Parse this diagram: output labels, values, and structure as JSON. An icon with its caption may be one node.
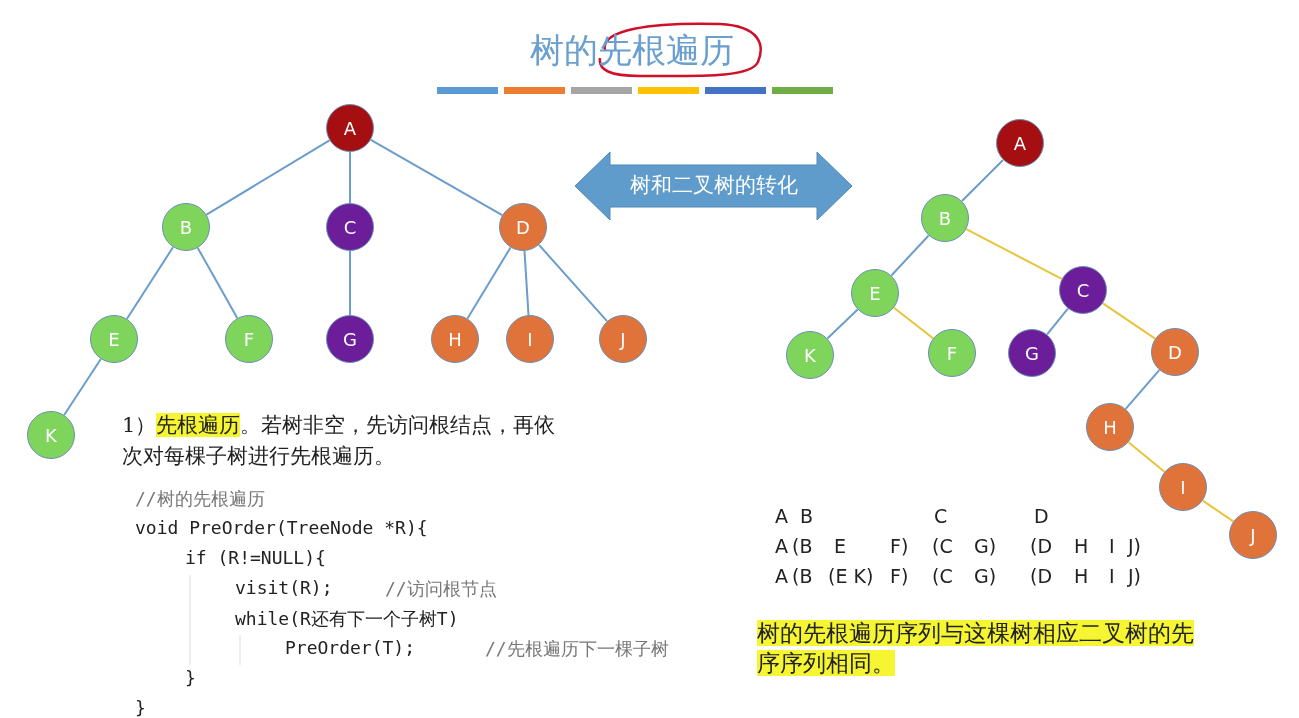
{
  "diagram": {
    "title": "树的先根遍历",
    "nodes": [
      {
        "text": [
          "A"
        ]
      },
      {
        "text": [
          "B"
        ]
      },
      {
        "text": [
          "C"
        ]
      },
      {
        "text": [
          "D"
        ]
      },
      {
        "text": [
          "E"
        ]
      },
      {
        "text": [
          "F"
        ]
      },
      {
        "text": [
          "G"
        ]
      },
      {
        "text": [
          "H"
        ]
      },
      {
        "text": [
          "I"
        ]
      },
      {
        "text": [
          "J"
        ]
      },
      {
        "text": [
          "K"
        ]
      },
      {
        "text": [
          "A"
        ]
      },
      {
        "text": [
          "B"
        ]
      },
      {
        "text": [
          "E"
        ]
      },
      {
        "text": [
          "C"
        ]
      },
      {
        "text": [
          "K"
        ]
      },
      {
        "text": [
          "F"
        ]
      },
      {
        "text": [
          "G"
        ]
      },
      {
        "text": [
          "D"
        ]
      },
      {
        "text": [
          "H"
        ]
      },
      {
        "text": [
          "I"
        ]
      },
      {
        "text": [
          "J"
        ]
      },
      {
        "text": [
          "树和二叉树的转化"
        ]
      }
    ],
    "edges": [
      {
        "from": 0,
        "to": 1,
        "arrow": "none"
      },
      {
        "from": 0,
        "to": 2,
        "arrow": "none"
      },
      {
        "from": 0,
        "to": 3,
        "arrow": "none"
      },
      {
        "from": 1,
        "to": 4,
        "arrow": "none"
      },
      {
        "from": 1,
        "to": 5,
        "arrow": "none"
      },
      {
        "from": 2,
        "to": 6,
        "arrow": "none"
      },
      {
        "from": 3,
        "to": 7,
        "arrow": "none"
      },
      {
        "from": 3,
        "to": 8,
        "arrow": "none"
      },
      {
        "from": 3,
        "to": 9,
        "arrow": "none"
      },
      {
        "from": 4,
        "to": 10,
        "arrow": "none"
      },
      {
        "from": 11,
        "to": 12,
        "arrow": "none"
      },
      {
        "from": 12,
        "to": 13,
        "arrow": "none"
      },
      {
        "from": 12,
        "to": 14,
        "arrow": "none",
        "color": "#e8c43a"
      },
      {
        "from": 13,
        "to": 15,
        "arrow": "none"
      },
      {
        "from": 13,
        "to": 16,
        "arrow": "none",
        "color": "#e8c43a"
      },
      {
        "from": 14,
        "to": 17,
        "arrow": "none"
      },
      {
        "from": 14,
        "to": 18,
        "arrow": "none",
        "color": "#e8c43a"
      },
      {
        "from": 18,
        "to": 19,
        "arrow": "none"
      },
      {
        "from": 19,
        "to": 20,
        "arrow": "none",
        "color": "#e8c43a"
      },
      {
        "from": 20,
        "to": 21,
        "arrow": "none",
        "color": "#e8c43a"
      }
    ],
    "labels": [
      "1）",
      "先根遍历",
      "。若树非空，先访问根结点，再依次对每棵子树进行先根遍历。",
      "//树的先根遍历",
      "void PreOrder(TreeNode *R){",
      "if (R!=NULL){",
      "visit(R);",
      "//访问根节点",
      "while(R还有下一个子树T)",
      "PreOrder(T);",
      "//先根遍历下一棵子树",
      "}",
      "}",
      "A",
      "B",
      "C",
      "D",
      "A",
      "(B",
      "E",
      "F)",
      "(C",
      "G)",
      "(D",
      "H",
      "I",
      "J)",
      "A",
      "(B",
      "(E K)",
      "F)",
      "(C",
      "G)",
      "(D",
      "H",
      "I",
      "J)",
      "树的先根遍历序列与这棵树相应二叉树的先序序列相同。"
    ]
  }
}
